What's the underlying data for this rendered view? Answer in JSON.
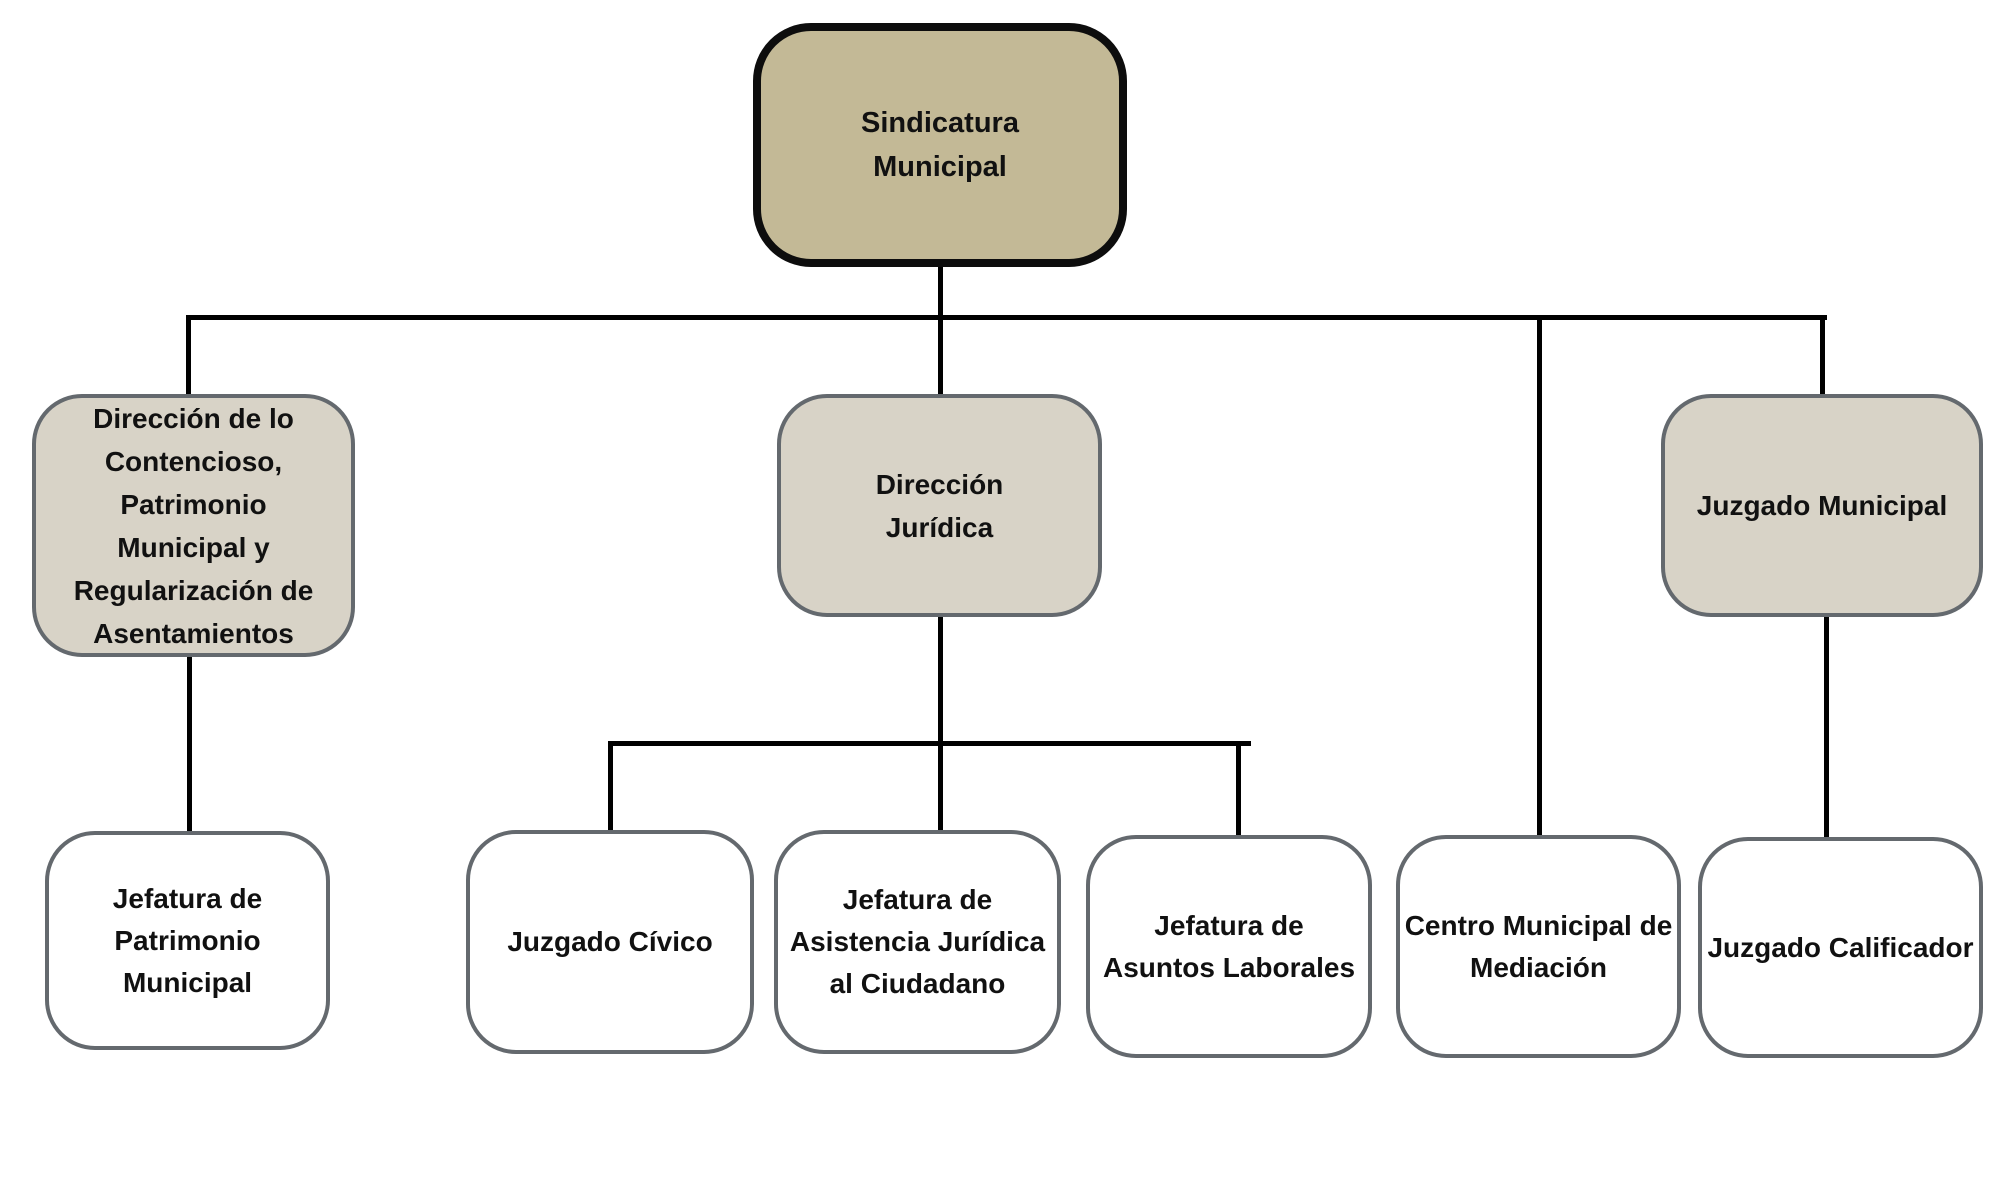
{
  "colors": {
    "background": "#FFFFFF",
    "root_fill": "#C3B996",
    "root_border": "#0D0D0D",
    "branch_fill": "#D8D3C7",
    "branch_border": "#64696E",
    "leaf_fill": "#FFFFFF",
    "leaf_border": "#64696E",
    "line_color": "#000000",
    "text_color": "#111111"
  },
  "nodes": {
    "root": {
      "label": "Sindicatura\nMunicipal"
    },
    "contencioso": {
      "label": "Dirección de lo\nContencioso,\nPatrimonio\nMunicipal y\nRegularización de\nAsentamientos"
    },
    "juridica": {
      "label": "Dirección\nJurídica"
    },
    "juzgado_municipal": {
      "label": "Juzgado Municipal"
    },
    "patrimonio": {
      "label": "Jefatura de\nPatrimonio\nMunicipal"
    },
    "juzgado_civico": {
      "label": "Juzgado Cívico"
    },
    "asistencia": {
      "label": "Jefatura de\nAsistencia Jurídica\nal Ciudadano"
    },
    "asuntos_laborales": {
      "label": "Jefatura de\nAsuntos Laborales"
    },
    "mediacion": {
      "label": "Centro Municipal de\nMediación"
    },
    "calificador": {
      "label": "Juzgado Calificador"
    }
  },
  "edges": [
    {
      "from": "Sindicatura Municipal",
      "to": "Dirección de lo Contencioso, Patrimonio Municipal y Regularización de Asentamientos"
    },
    {
      "from": "Sindicatura Municipal",
      "to": "Dirección Jurídica"
    },
    {
      "from": "Sindicatura Municipal",
      "to": "Centro Municipal de Mediación"
    },
    {
      "from": "Sindicatura Municipal",
      "to": "Juzgado Municipal"
    },
    {
      "from": "Dirección de lo Contencioso, Patrimonio Municipal y Regularización de Asentamientos",
      "to": "Jefatura de Patrimonio Municipal"
    },
    {
      "from": "Dirección Jurídica",
      "to": "Juzgado Cívico"
    },
    {
      "from": "Dirección Jurídica",
      "to": "Jefatura de Asistencia Jurídica al Ciudadano"
    },
    {
      "from": "Dirección Jurídica",
      "to": "Jefatura de Asuntos Laborales"
    },
    {
      "from": "Juzgado Municipal",
      "to": "Juzgado Calificador"
    }
  ]
}
